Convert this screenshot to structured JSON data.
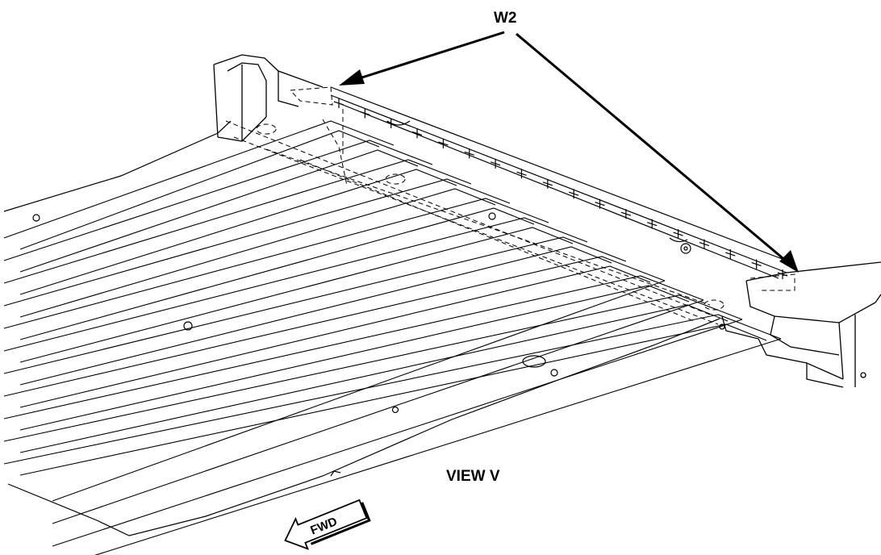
{
  "labels": {
    "callout": "W2",
    "view": "VIEW V",
    "direction": "FWD"
  },
  "colors": {
    "line": "#000000",
    "background": "#ffffff"
  }
}
